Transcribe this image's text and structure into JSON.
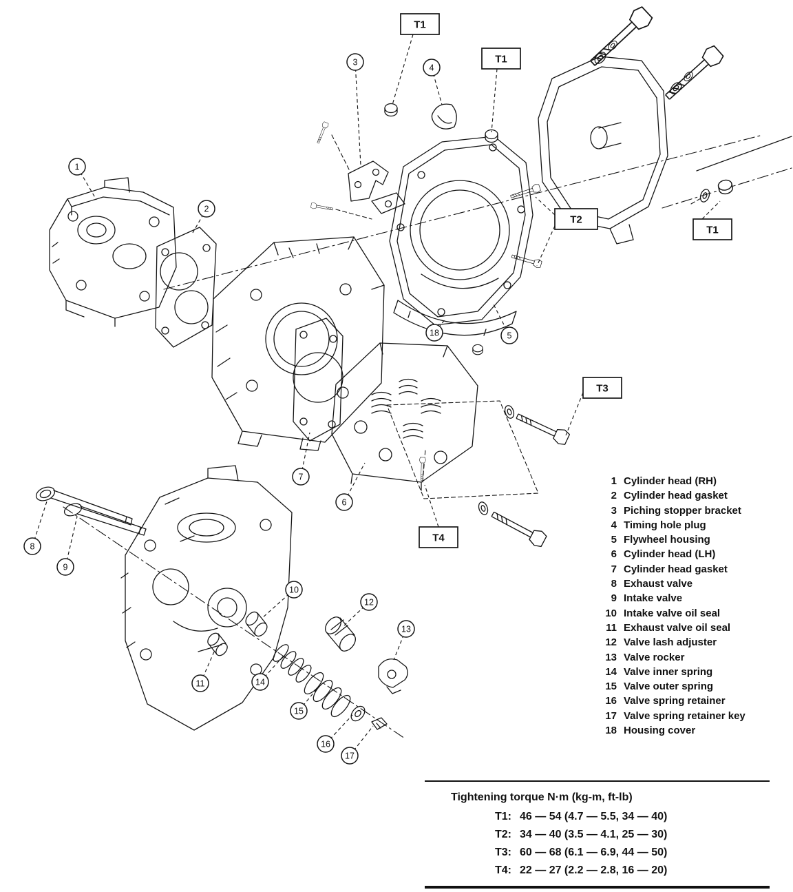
{
  "figure": {
    "type": "exploded-parts-diagram",
    "subject": "Engine cylinder heads, flywheel housing and valve mechanism"
  },
  "callouts": [
    "1",
    "2",
    "3",
    "4",
    "5",
    "6",
    "7",
    "8",
    "9",
    "10",
    "11",
    "12",
    "13",
    "14",
    "15",
    "16",
    "17",
    "18"
  ],
  "torque_labels": [
    "T1",
    "T1",
    "T2",
    "T1",
    "T3",
    "T4"
  ],
  "parts": [
    {
      "num": "1",
      "name": "Cylinder head (RH)"
    },
    {
      "num": "2",
      "name": "Cylinder head gasket"
    },
    {
      "num": "3",
      "name": "Piching stopper bracket"
    },
    {
      "num": "4",
      "name": "Timing hole plug"
    },
    {
      "num": "5",
      "name": "Flywheel housing"
    },
    {
      "num": "6",
      "name": "Cylinder head (LH)"
    },
    {
      "num": "7",
      "name": "Cylinder head gasket"
    },
    {
      "num": "8",
      "name": "Exhaust valve"
    },
    {
      "num": "9",
      "name": "Intake valve"
    },
    {
      "num": "10",
      "name": "Intake valve oil seal"
    },
    {
      "num": "11",
      "name": "Exhaust valve oil seal"
    },
    {
      "num": "12",
      "name": "Valve lash adjuster"
    },
    {
      "num": "13",
      "name": "Valve rocker"
    },
    {
      "num": "14",
      "name": "Valve inner spring"
    },
    {
      "num": "15",
      "name": "Valve outer spring"
    },
    {
      "num": "16",
      "name": "Valve spring retainer"
    },
    {
      "num": "17",
      "name": "Valve spring retainer key"
    },
    {
      "num": "18",
      "name": "Housing cover"
    }
  ],
  "torque": {
    "title": "Tightening torque  N·m (kg-m, ft-lb)",
    "rows": [
      {
        "label": "T1:",
        "value": "46 — 54 (4.7 — 5.5, 34 — 40)"
      },
      {
        "label": "T2:",
        "value": "34 — 40 (3.5 — 4.1, 25 — 30)"
      },
      {
        "label": "T3:",
        "value": "60 — 68 (6.1 — 6.9, 44 — 50)"
      },
      {
        "label": "T4:",
        "value": "22 — 27 (2.2 — 2.8, 16 — 20)"
      }
    ]
  },
  "colors": {
    "ink": "#151515",
    "background": "#ffffff"
  }
}
